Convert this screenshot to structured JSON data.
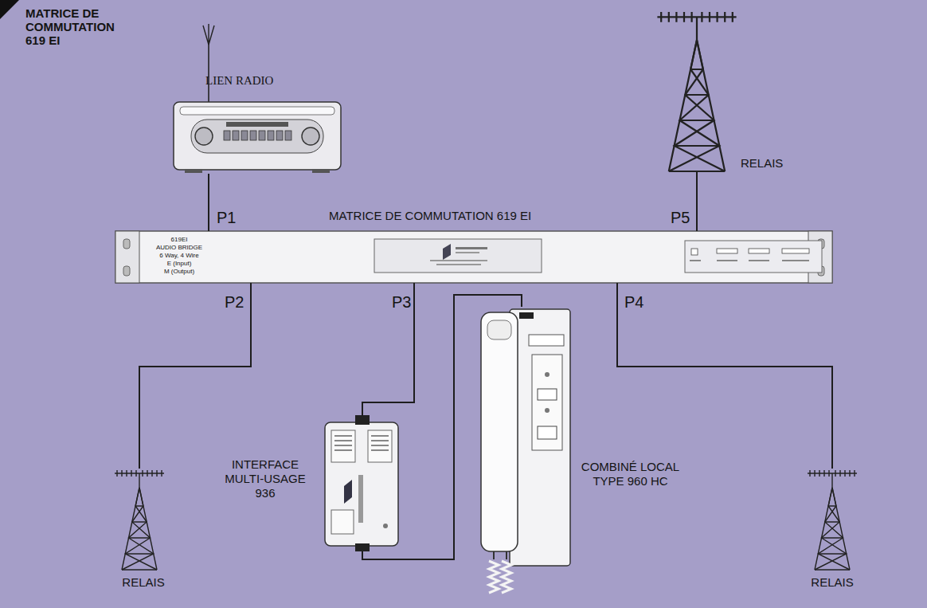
{
  "diagram": {
    "title": "MATRICE DE COMMUTATION 619 EI",
    "nodes": [
      {
        "text": [
          "LIEN RADIO"
        ]
      },
      {
        "text": [
          "RELAIS"
        ]
      },
      {
        "text": [
          "619EI",
          "AUDIO BRIDGE",
          "6 Way, 4 Wire",
          "E (Input)",
          "M (Output)"
        ]
      },
      {
        "text": [
          "RELAIS"
        ]
      },
      {
        "text": [
          "INTERFACE MULTI-USAGE 936"
        ]
      },
      {
        "text": [
          "COMBINÉ LOCAL TYPE 960 HC"
        ]
      },
      {
        "text": [
          "RELAIS"
        ]
      }
    ],
    "edges": [
      {
        "from": 0,
        "to": 2,
        "arrow": "none",
        "label": "P1"
      },
      {
        "from": 2,
        "to": 1,
        "arrow": "none",
        "label": "P5"
      },
      {
        "from": 2,
        "to": 3,
        "arrow": "none",
        "label": "P2"
      },
      {
        "from": 2,
        "to": 4,
        "arrow": "none",
        "label": "P3"
      },
      {
        "from": 2,
        "to": 6,
        "arrow": "none",
        "label": "P4"
      },
      {
        "from": 4,
        "to": 5,
        "arrow": "none"
      }
    ],
    "labels": [
      "MATRICE DE COMMUTATION 619 EI"
    ]
  }
}
